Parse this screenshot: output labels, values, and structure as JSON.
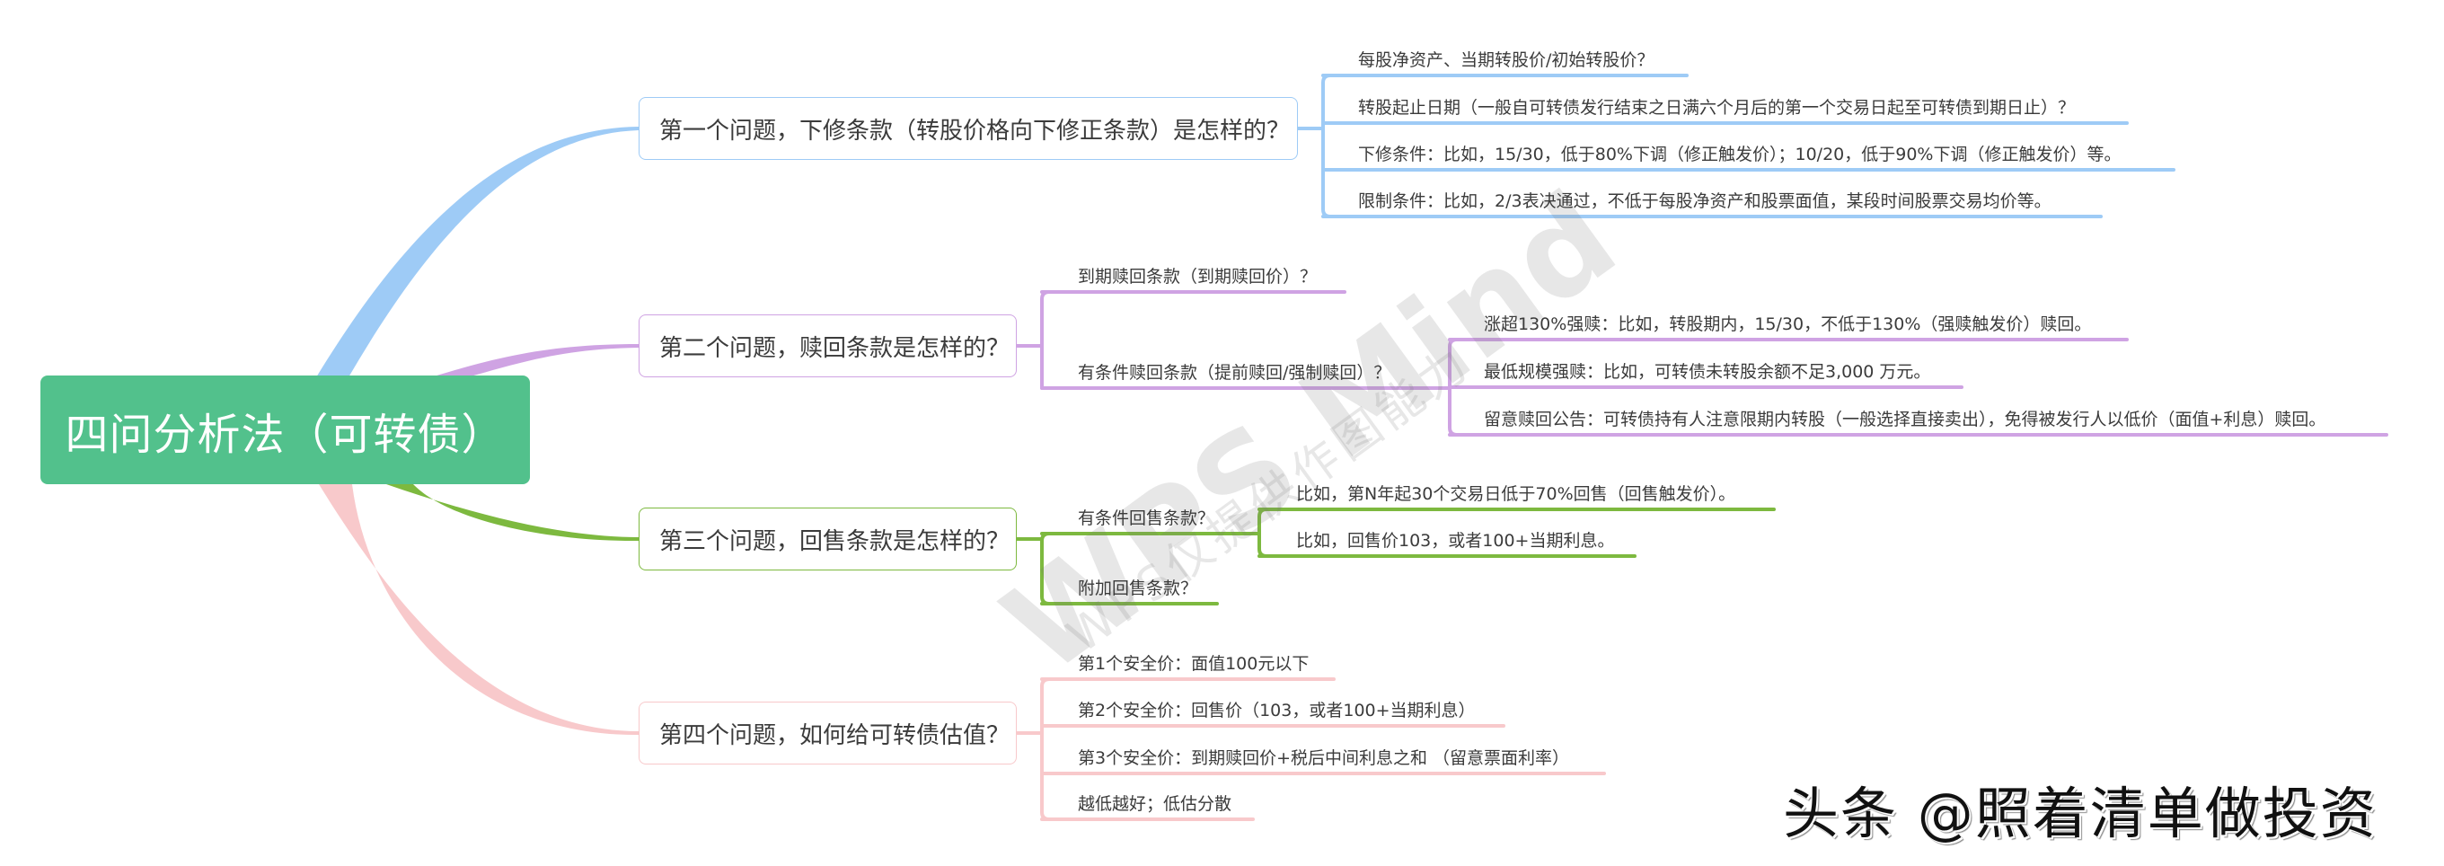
{
  "root": {
    "title": "四问分析法（可转债）",
    "color": "#52C18C"
  },
  "branches": [
    {
      "label": "第一个问题，下修条款（转股价格向下修正条款）是怎样的？",
      "color": "#9ECBF6",
      "children": [
        {
          "label": "每股净资产、当期转股价/初始转股价？"
        },
        {
          "label": "转股起止日期（一般自可转债发行结束之日满六个月后的第一个交易日起至可转债到期日止）？"
        },
        {
          "label": "下修条件：比如，15/30，低于80%下调（修正触发价）；10/20，低于90%下调（修正触发价）等。"
        },
        {
          "label": "限制条件：比如，2/3表决通过，不低于每股净资产和股票面值，某段时间股票交易均价等。"
        }
      ]
    },
    {
      "label": "第二个问题，赎回条款是怎样的？",
      "color": "#CFA3E3",
      "children": [
        {
          "label": "到期赎回条款（到期赎回价）？"
        },
        {
          "label": "有条件赎回条款（提前赎回/强制赎回）？",
          "children": [
            {
              "label": "涨超130%强赎：比如，转股期内，15/30，不低于130%（强赎触发价）赎回。"
            },
            {
              "label": "最低规模强赎：比如，可转债未转股余额不足3,000 万元。"
            },
            {
              "label": "留意赎回公告：可转债持有人注意限期内转股（一般选择直接卖出），免得被发行人以低价（面值+利息）赎回。"
            }
          ]
        }
      ]
    },
    {
      "label": "第三个问题，回售条款是怎样的？",
      "color": "#7DB93F",
      "children": [
        {
          "label": "有条件回售条款？",
          "children": [
            {
              "label": "比如，第N年起30个交易日低于70%回售（回售触发价）。"
            },
            {
              "label": "比如，回售价103，或者100+当期利息。"
            }
          ]
        },
        {
          "label": "附加回售条款？"
        }
      ]
    },
    {
      "label": "第四个问题，如何给可转债估值？",
      "color": "#F8C9CB",
      "children": [
        {
          "label": "第1个安全价：面值100元以下"
        },
        {
          "label": "第2个安全价：回售价（103，或者100+当期利息）"
        },
        {
          "label": "第3个安全价：到期赎回价+税后中间利息之和 （留意票面利率）"
        },
        {
          "label": "越低越好；低估分散"
        }
      ]
    }
  ],
  "watermark": {
    "main": "WPS Mind",
    "sub": "WPS仅提供作图能力"
  },
  "credit": "头条 @照着清单做投资"
}
